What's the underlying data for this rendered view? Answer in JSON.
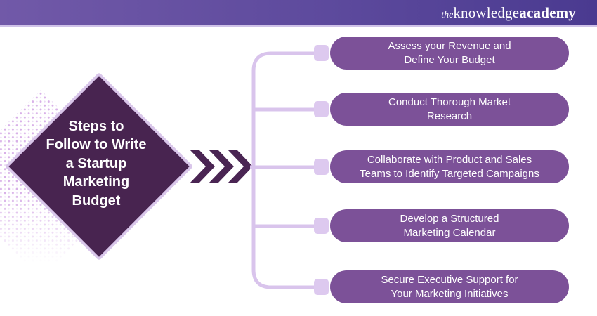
{
  "brand": {
    "the": "the",
    "knowledge": "knowledge",
    "academy": "academy"
  },
  "diamond": {
    "lines": [
      "Steps to",
      "Follow to Write",
      "a Startup",
      "Marketing",
      "Budget"
    ]
  },
  "steps": [
    {
      "lines": [
        "Assess your Revenue and",
        "Define Your Budget"
      ]
    },
    {
      "lines": [
        "Conduct Thorough Market",
        "Research"
      ]
    },
    {
      "lines": [
        "Collaborate with Product and Sales",
        "Teams to Identify Targeted Campaigns"
      ]
    },
    {
      "lines": [
        "Develop a Structured",
        "Marketing Calendar"
      ]
    },
    {
      "lines": [
        "Secure Executive Support for",
        "Your Marketing Initiatives"
      ]
    }
  ],
  "colors": {
    "header_gradient_left": "#7159a8",
    "header_gradient_right": "#4a3a90",
    "header_underline": "#cfc2e8",
    "diamond_fill": "#482450",
    "diamond_border": "#d9c6ea",
    "chevron": "#4a2553",
    "connector_line": "#d9c4ec",
    "connector_node": "#ddc9ef",
    "pill_fill": "#7c5198",
    "text_on_purple": "#ffffff",
    "dot_pattern": "#d8b0e8"
  }
}
